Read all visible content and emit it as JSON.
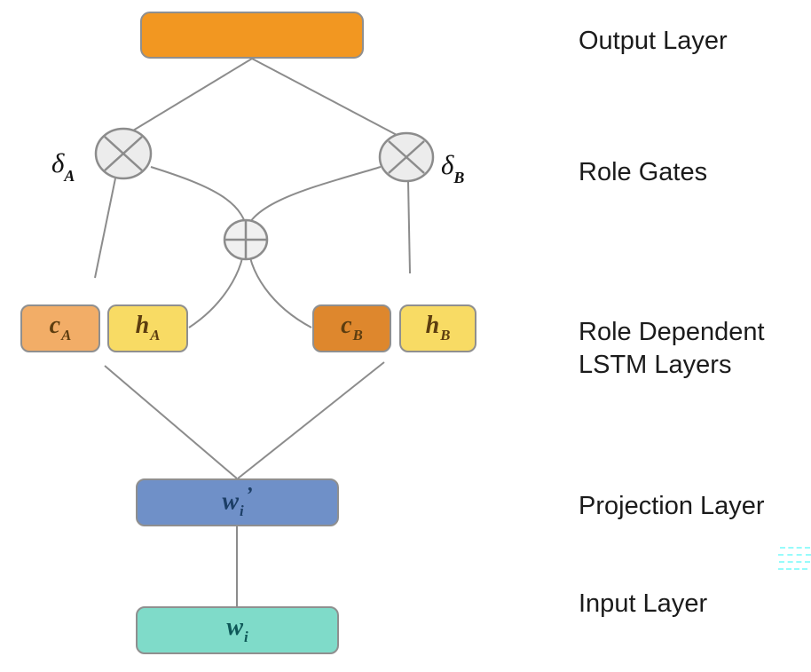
{
  "figure": {
    "type": "neural-network-architecture-diagram",
    "description": "Role-dependent LSTM architecture with role gates"
  },
  "colors": {
    "output_box": "#F29721",
    "c_a_box": "#F2AD67",
    "h_box": "#F8DB64",
    "c_b_box": "#DE872D",
    "projection_box": "#6F90C8",
    "input_box": "#7FDBC9",
    "connector_gray": "#8C8C8C",
    "gate_fill": "#ECECEC",
    "lstm_text": "#5C3D10",
    "projection_text": "#1C3E66",
    "input_text": "#0E5858",
    "artifact_cyan": "#97FBFB"
  },
  "nodes": {
    "gate_a": {
      "base": "δ",
      "sub": "A"
    },
    "gate_b": {
      "base": "δ",
      "sub": "B"
    },
    "c_a": {
      "base": "c",
      "sub": "A"
    },
    "h_a": {
      "base": "h",
      "sub": "A"
    },
    "c_b": {
      "base": "c",
      "sub": "B"
    },
    "h_b": {
      "base": "h",
      "sub": "B"
    },
    "projection": {
      "base": "w",
      "sub": "i",
      "prime": "’"
    },
    "input": {
      "base": "w",
      "sub": "i"
    }
  },
  "gate_symbols": {
    "multiply": "⊗",
    "add": "⊕"
  },
  "side_labels": {
    "output_layer": "Output Layer",
    "role_gates": "Role Gates",
    "lstm_line1": "Role Dependent",
    "lstm_line2": "LSTM Layers",
    "projection_layer": "Projection Layer",
    "input_layer": "Input Layer"
  }
}
